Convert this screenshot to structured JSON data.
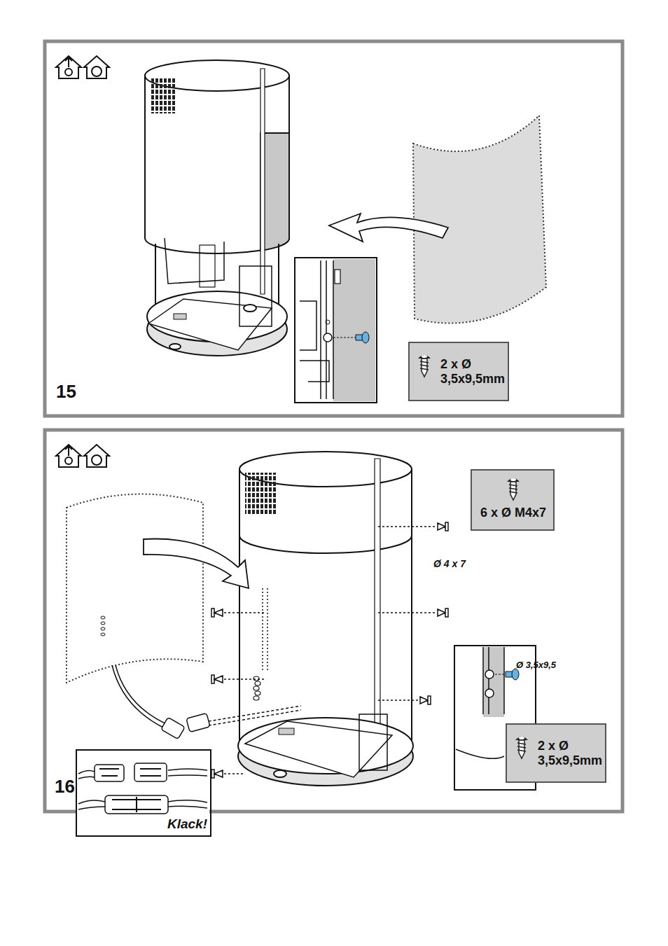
{
  "diagram": {
    "nodes": [
      {
        "text": [
          "2 x Ø 3,5x9,5mm"
        ]
      },
      {
        "text": [
          "6 x Ø M4x7"
        ]
      },
      {
        "text": [
          "2 x Ø 3,5x9,5mm"
        ]
      },
      {
        "text": [
          "Klack!"
        ]
      }
    ],
    "labels": [
      "15",
      "Ø 4 x 7",
      "Ø 3,5x9,5",
      "16"
    ]
  }
}
